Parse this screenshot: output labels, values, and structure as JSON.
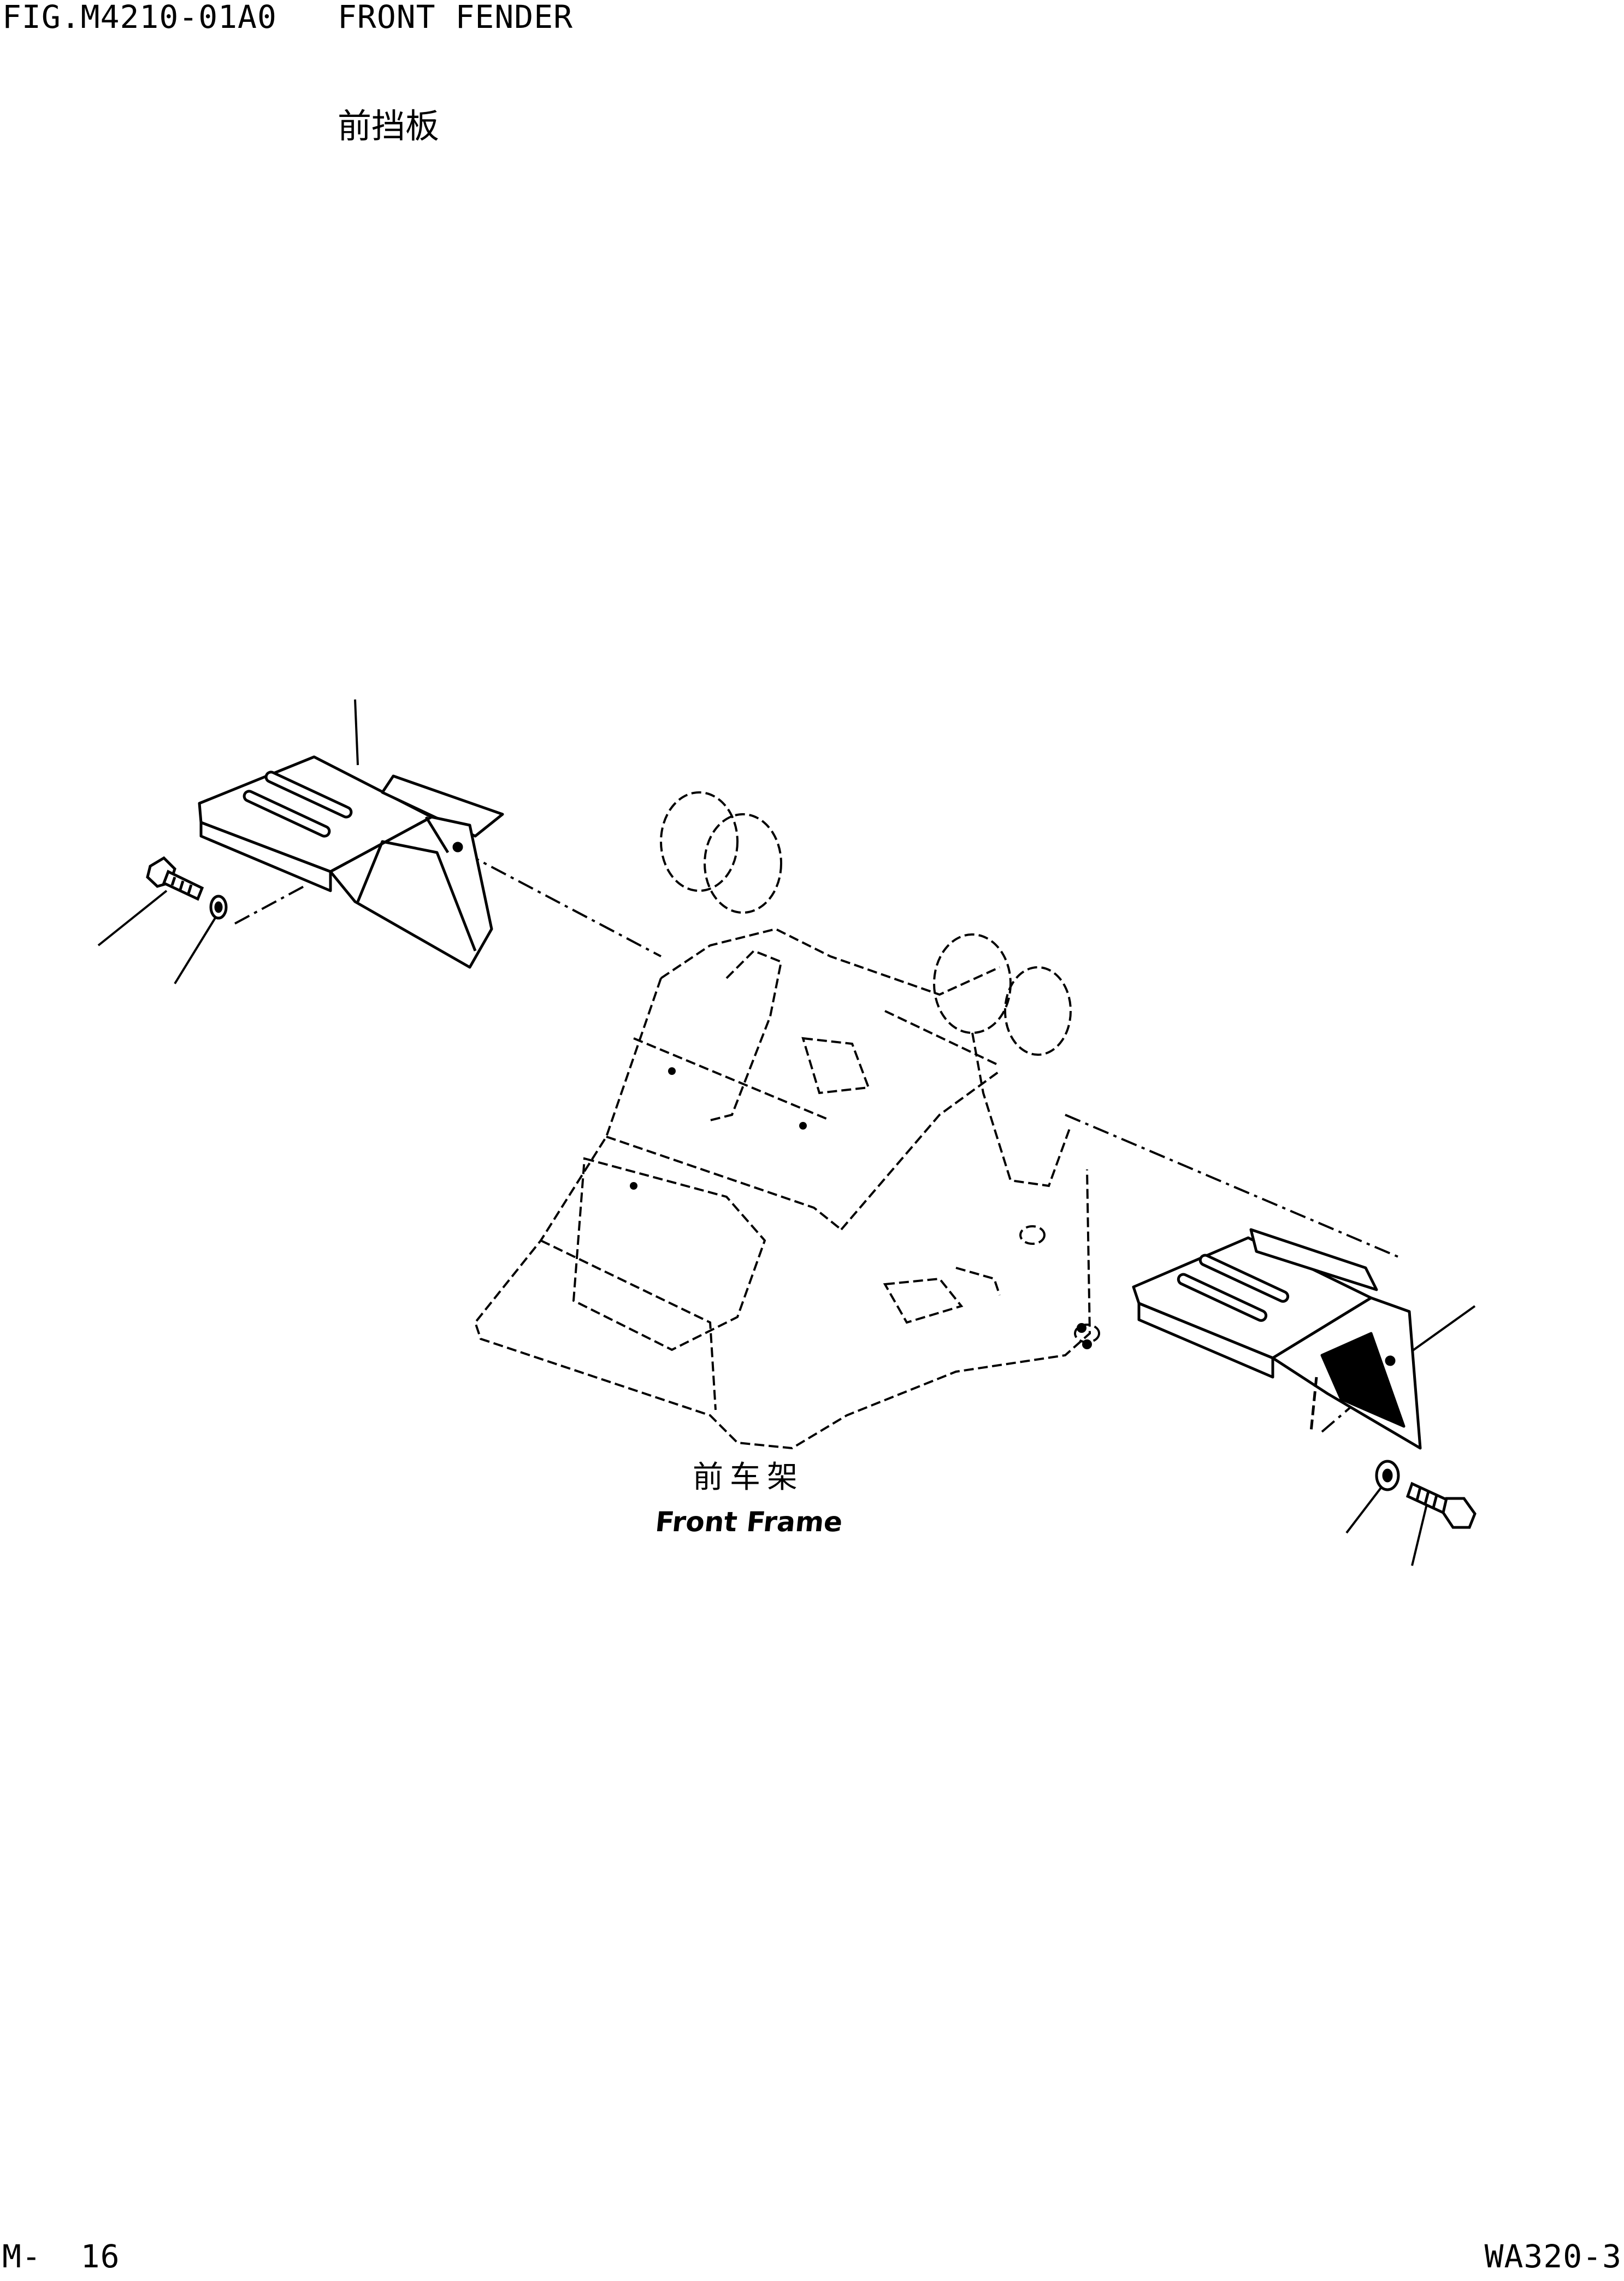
{
  "header": {
    "figure_number": "FIG.M4210-01A0",
    "title_en": "FRONT FENDER",
    "title_cn": "前挡板"
  },
  "diagram": {
    "frame_label_cn": "前车架",
    "frame_label_en": "Front Frame",
    "parts": [
      {
        "name": "left-fender",
        "icon": "fender-icon"
      },
      {
        "name": "right-fender",
        "icon": "fender-icon"
      },
      {
        "name": "bolt",
        "icon": "bolt-icon"
      },
      {
        "name": "washer",
        "icon": "washer-icon"
      },
      {
        "name": "front-frame",
        "icon": "frame-icon"
      }
    ]
  },
  "footer": {
    "page": "M-  16",
    "model": "WA320-3"
  }
}
